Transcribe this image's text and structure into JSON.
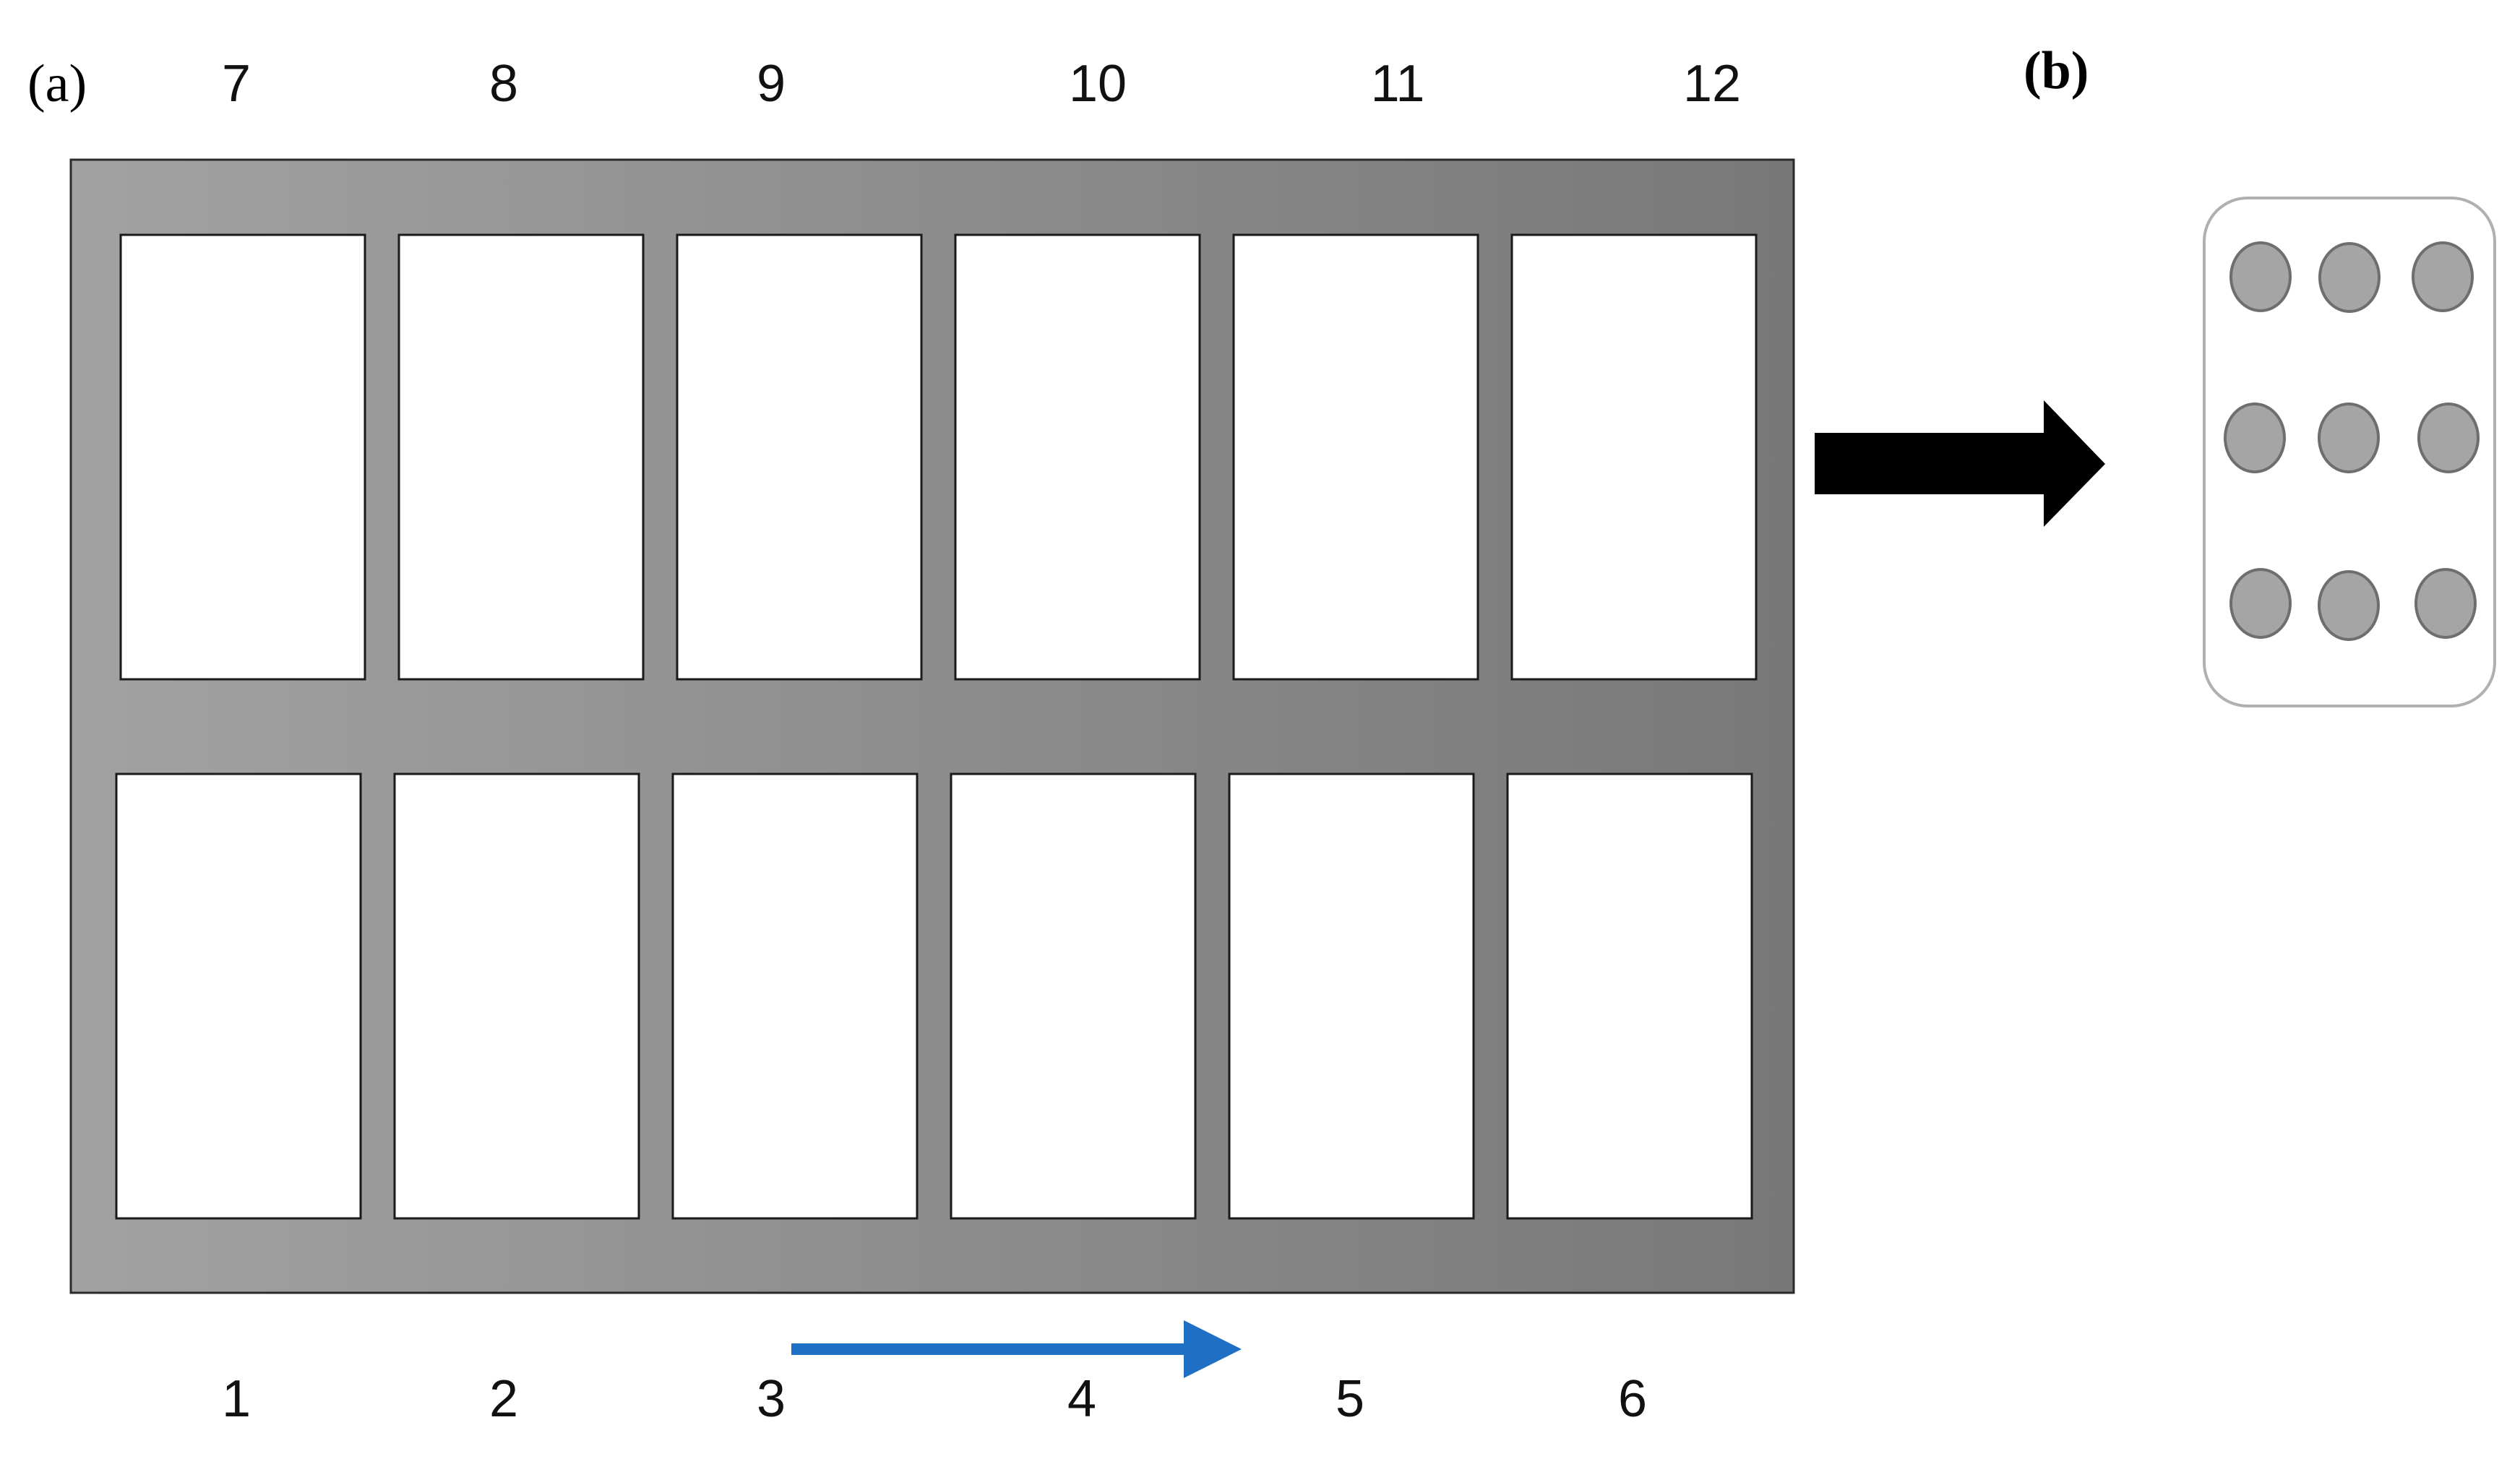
{
  "panel_a": {
    "label": "(a)",
    "top_numbers": [
      "7",
      "8",
      "9",
      "10",
      "11",
      "12"
    ],
    "bottom_numbers": [
      "1",
      "2",
      "3",
      "4",
      "5",
      "6"
    ]
  },
  "panel_b": {
    "label": "(b)",
    "dot_rows": 3,
    "dot_cols": 3
  },
  "colors": {
    "plate_light": "#a2a2a2",
    "plate_dark": "#787878",
    "well_fill": "#ffffff",
    "dot_fill": "#a5a5a5",
    "dot_stroke": "#6e6e6e",
    "card_stroke": "#b0b0b0",
    "black_arrow": "#000000",
    "blue_arrow": "#1f6fc5"
  }
}
